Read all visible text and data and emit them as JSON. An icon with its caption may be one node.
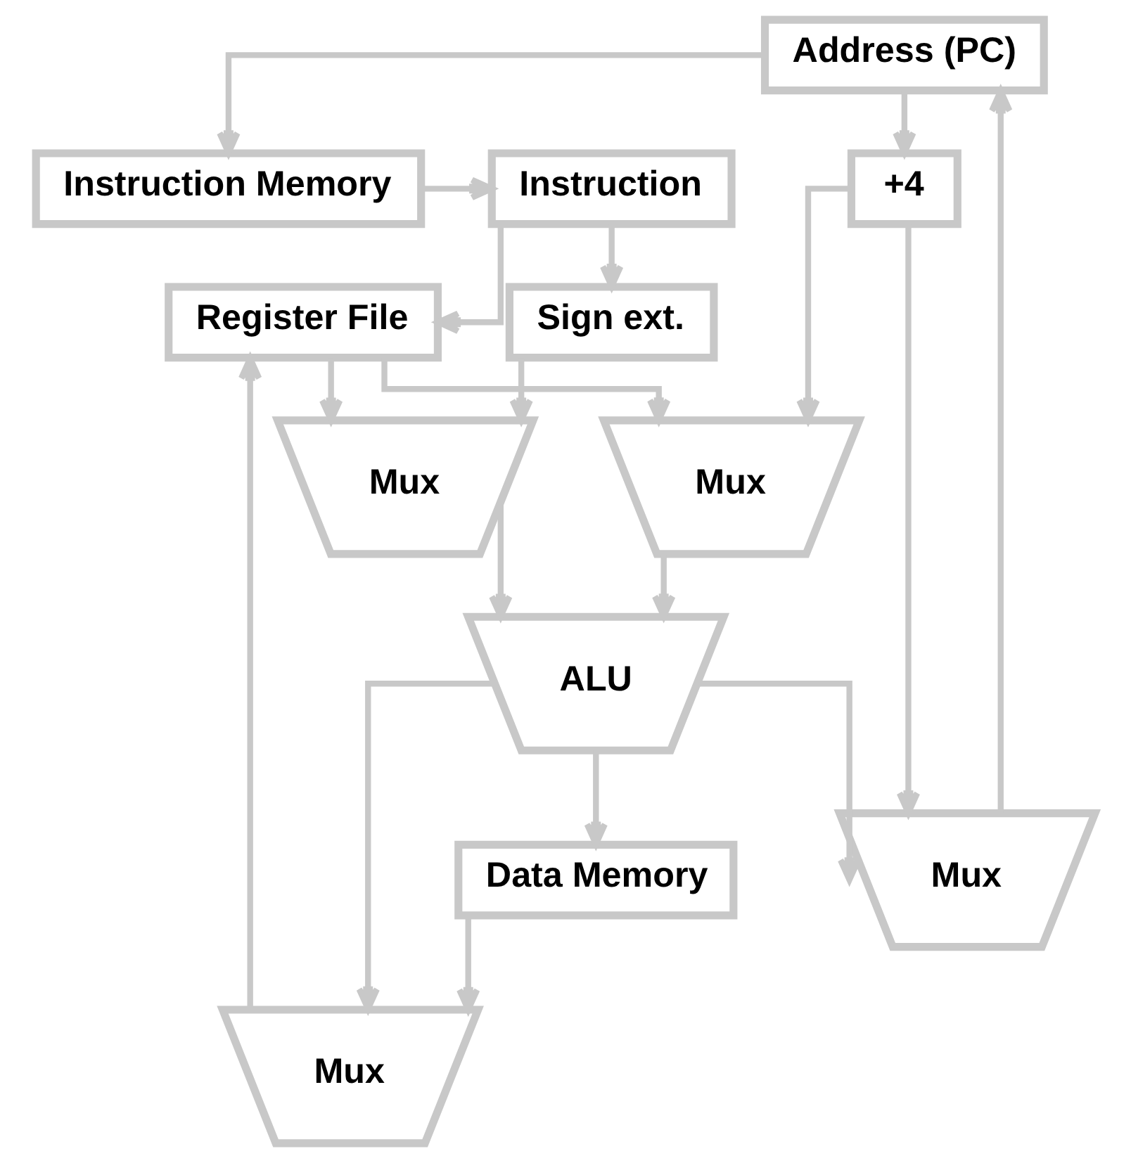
{
  "diagram": {
    "nodes": [
      {
        "text": [
          "Address (PC)"
        ]
      },
      {
        "text": [
          "Instruction Memory"
        ]
      },
      {
        "text": [
          "Instruction"
        ]
      },
      {
        "text": [
          "+4"
        ]
      },
      {
        "text": [
          "Sign ext."
        ]
      },
      {
        "text": [
          "Register File"
        ]
      },
      {
        "text": [
          "Mux"
        ]
      },
      {
        "text": [
          "Mux"
        ]
      },
      {
        "text": [
          "ALU"
        ]
      },
      {
        "text": [
          "Data Memory"
        ]
      },
      {
        "text": [
          "Mux"
        ]
      },
      {
        "text": [
          "Mux"
        ]
      }
    ],
    "edges": [
      {
        "from": 0,
        "to": 1,
        "arrow": "to"
      },
      {
        "from": 0,
        "to": 3,
        "arrow": "to"
      },
      {
        "from": 1,
        "to": 2,
        "arrow": "to"
      },
      {
        "from": 2,
        "to": 4,
        "arrow": "to"
      },
      {
        "from": 2,
        "to": 5,
        "arrow": "to"
      },
      {
        "from": 4,
        "to": 6,
        "arrow": "to"
      },
      {
        "from": 5,
        "to": 6,
        "arrow": "to"
      },
      {
        "from": 5,
        "to": 7,
        "arrow": "to"
      },
      {
        "from": 3,
        "to": 7,
        "arrow": "to"
      },
      {
        "from": 3,
        "to": 10,
        "arrow": "to"
      },
      {
        "from": 6,
        "to": 8,
        "arrow": "to"
      },
      {
        "from": 7,
        "to": 8,
        "arrow": "to"
      },
      {
        "from": 8,
        "to": 9,
        "arrow": "to"
      },
      {
        "from": 8,
        "to": 11,
        "arrow": "to"
      },
      {
        "from": 8,
        "to": 10,
        "arrow": "to"
      },
      {
        "from": 9,
        "to": 11,
        "arrow": "to"
      },
      {
        "from": 11,
        "to": 5,
        "arrow": "to"
      },
      {
        "from": 10,
        "to": 0,
        "arrow": "to"
      }
    ]
  }
}
